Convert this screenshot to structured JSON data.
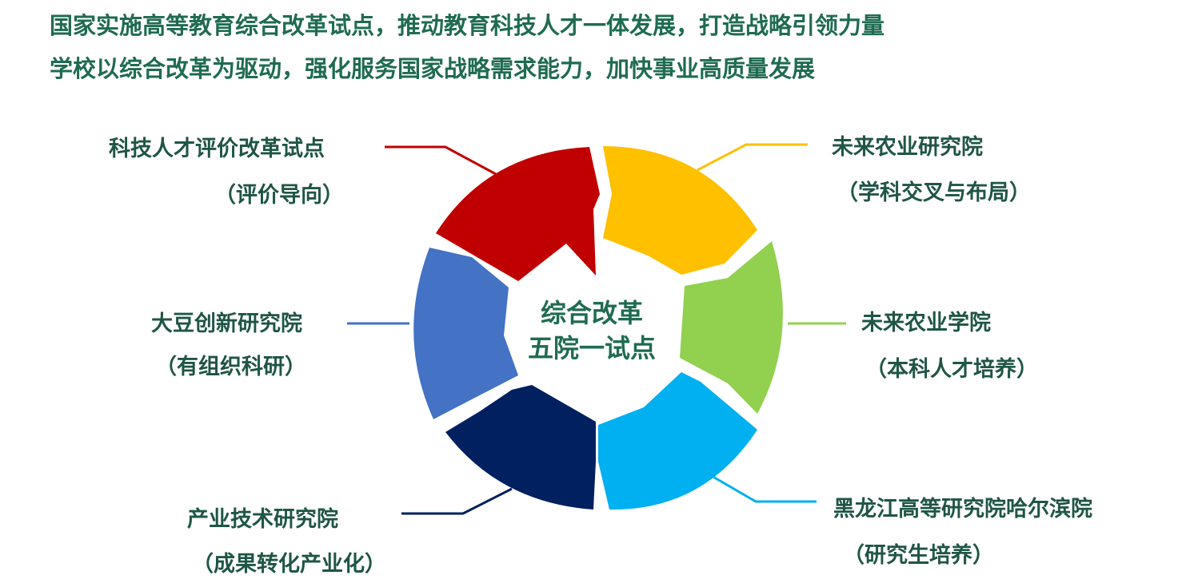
{
  "header": {
    "line1": "国家实施高等教育综合改革试点，推动教育科技人才一体发展，打造战略引领力量",
    "line2": "学校以综合改革为驱动，强化服务国家战略需求能力，加快事业高质量发展"
  },
  "center": {
    "line1": "综合改革",
    "line2": "五院一试点"
  },
  "segments": [
    {
      "id": "talent-evaluation",
      "title": "科技人才评价改革试点",
      "subtitle": "（评价导向）",
      "color": "#c00000"
    },
    {
      "id": "future-agri-institute",
      "title": "未来农业研究院",
      "subtitle": "（学科交叉与布局）",
      "color": "#ffc000"
    },
    {
      "id": "future-agri-college",
      "title": "未来农业学院",
      "subtitle": "（本科人才培养）",
      "color": "#92d050"
    },
    {
      "id": "heilongjiang-harbin",
      "title": "黑龙江高等研究院哈尔滨院",
      "subtitle": "（研究生培养）",
      "color": "#00b0f0"
    },
    {
      "id": "industrial-tech",
      "title": "产业技术研究院",
      "subtitle": "（成果转化产业化）",
      "color": "#002060"
    },
    {
      "id": "soybean-innovation",
      "title": "大豆创新研究院",
      "subtitle": "（有组织科研）",
      "color": "#4472c4"
    }
  ]
}
